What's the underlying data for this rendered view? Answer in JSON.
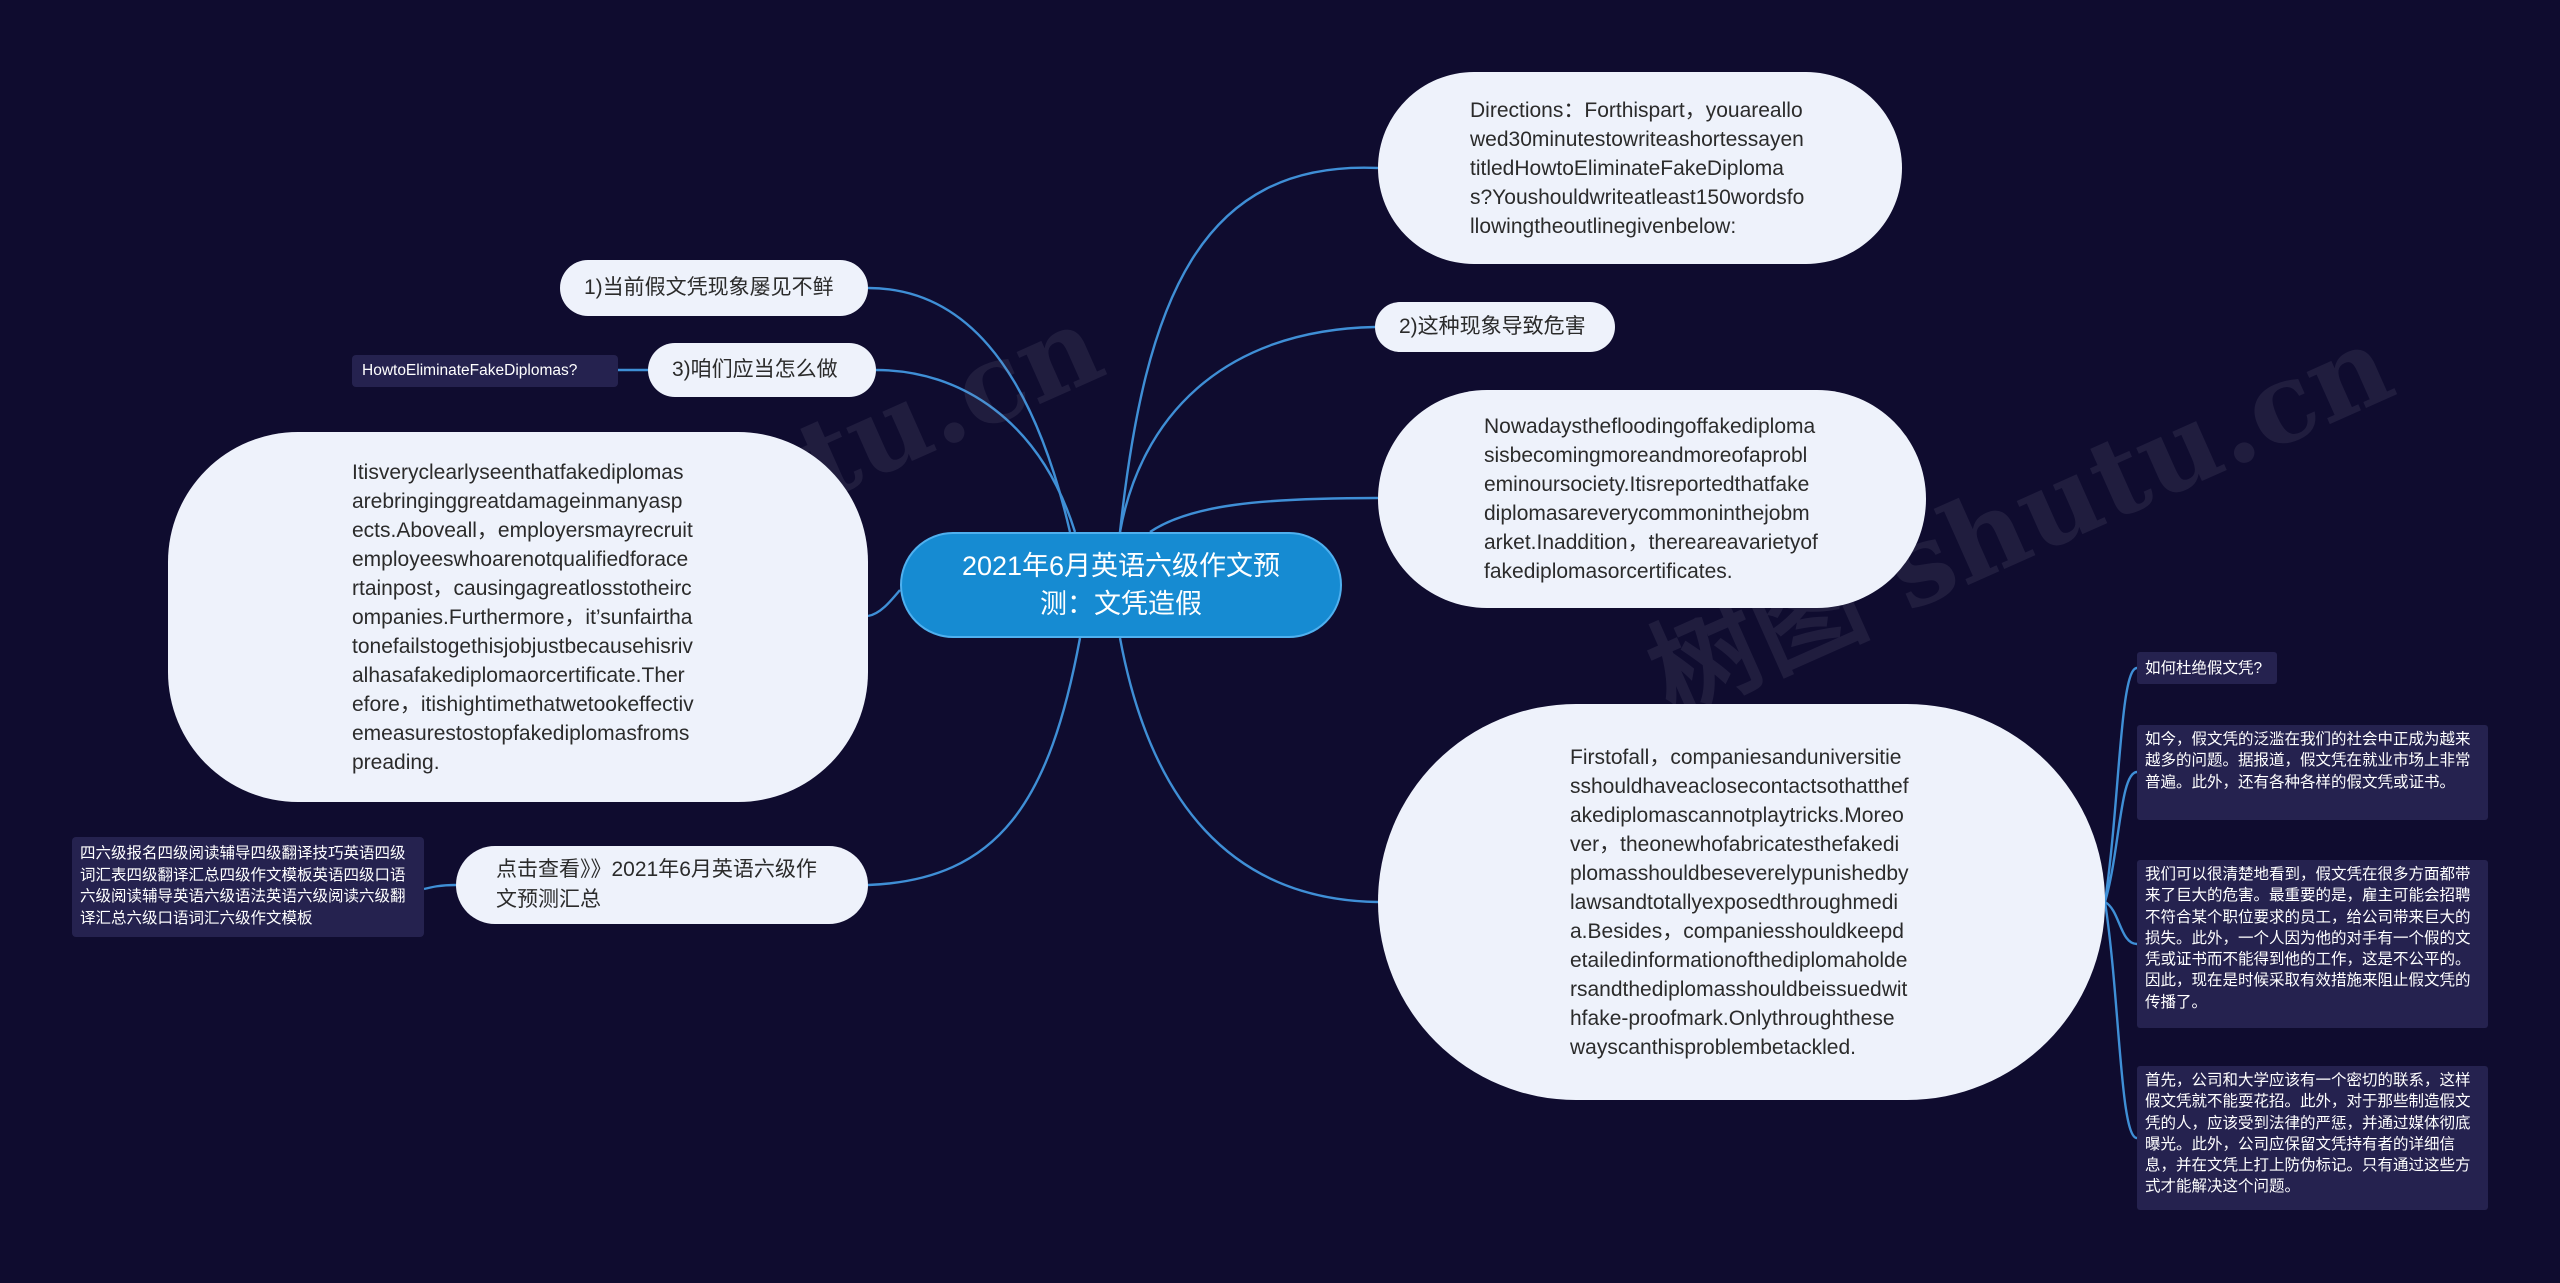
{
  "center": {
    "label": "2021年6月英语六级作文预测：文凭造假"
  },
  "left": {
    "n1": "1)当前假文凭现象屡见不鲜",
    "n2": "3)咱们应当怎么做",
    "n2_child": "HowtoEliminateFakeDiplomas?",
    "essay": "Itisveryclearlyseenthatfakediplomasarebringinggreatdamageinmanyaspects.Aboveall，employersmayrecruitemployeeswhoarenotqualifiedforacertainpost，causingagreatlosstotheircompanies.Furthermore，it’sunfairthatonefailstogethisjobjustbecausehisrivalhasafakediplomaorcertificate.Therefore，itishightimethatwetookeffectivemeasurestostopfakediplomasfromspreading.",
    "link": "点击查看》》2021年6月英语六级作文预测汇总",
    "link_child": "四六级报名四级阅读辅导四级翻译技巧英语四级词汇表四级翻译汇总四级作文模板英语四级口语六级阅读辅导英语六级语法英语六级阅读六级翻译汇总六级口语词汇六级作文模板"
  },
  "right": {
    "directions": "Directions：Forthispart，youareallowed30minutestowriteashortessayentitledHowtoEliminateFakeDiplomas?Youshouldwriteatleast150wordsfollowingtheoutlinegivenbelow:",
    "n2": "2)这种现象导致危害",
    "nowadays": "Nowadaysthefloodingoffakediplomasisbecomingmoreandmoreofaprobleminoursociety.Itisreportedthatfakediplomasareverycommoninthejobmarket.Inaddition，thereareavarietyoffakediplomasorcertificates.",
    "firstofall": "Firstofall，companiesanduniversitiesshouldhaveaclosecontactsothatthefakediplomascannotplaytricks.Moreover，theonewhofabricatesthefakediplomasshouldbeseverelypunishedbylawsandtotallyexposedthroughmedia.Besides，companiesshouldkeepdetailedinformationofthediplomaholdersandthediplomasshouldbeissuedwithfake-proofmark.Onlythroughthesewayscanthisproblembetackled.",
    "leaves": [
      "如何杜绝假文凭?",
      "如今，假文凭的泛滥在我们的社会中正成为越来越多的问题。据报道，假文凭在就业市场上非常普遍。此外，还有各种各样的假文凭或证书。",
      "我们可以很清楚地看到，假文凭在很多方面都带来了巨大的危害。最重要的是，雇主可能会招聘不符合某个职位要求的员工，给公司带来巨大的损失。此外，一个人因为他的对手有一个假的文凭或证书而不能得到他的工作，这是不公平的。因此，现在是时候采取有效措施来阻止假文凭的传播了。",
      "首先，公司和大学应该有一个密切的联系，这样假文凭就不能耍花招。此外，对于那些制造假文凭的人，应该受到法律的严惩，并通过媒体彻底曝光。此外，公司应保留文凭持有者的详细信息，并在文凭上打上防伪标记。只有通过这些方式才能解决这个问题。"
    ]
  },
  "watermarks": [
    "树图 shutu.cn",
    "树图 shutu.cn"
  ],
  "colors": {
    "background": "#0f0c2f",
    "center": "#168bd2",
    "node": "#eef2fb",
    "link": "#3f8fd6",
    "leaf": "#25224f"
  }
}
